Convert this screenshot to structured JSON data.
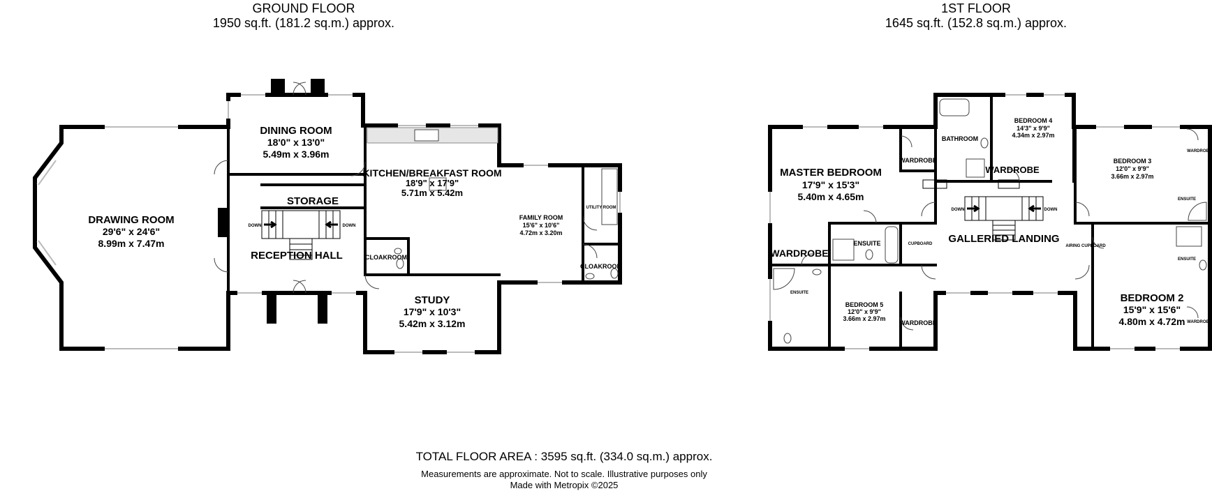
{
  "ground_floor": {
    "title": "GROUND FLOOR",
    "area": "1950 sq.ft. (181.2 sq.m.) approx.",
    "rooms": {
      "drawing_room": {
        "name": "DRAWING ROOM",
        "imperial": "29'6\"  x 24'6\"",
        "metric": "8.99m  x 7.47m"
      },
      "dining_room": {
        "name": "DINING ROOM",
        "imperial": "18'0\"  x 13'0\"",
        "metric": "5.49m  x 3.96m"
      },
      "kitchen": {
        "name": "KITCHEN/BREAKFAST ROOM",
        "imperial": "18'9\"  x 17'9\"",
        "metric": "5.71m  x 5.42m"
      },
      "storage": {
        "name": "STORAGE"
      },
      "reception_hall": {
        "name": "RECEPTION HALL"
      },
      "cloakroom_1": {
        "name": "CLOAKROOM"
      },
      "family_room": {
        "name": "FAMILY ROOM",
        "imperial": "15'6\"  x 10'6\"",
        "metric": "4.72m  x 3.20m"
      },
      "utility_room": {
        "name": "UTILITY ROOM"
      },
      "cloakroom_2": {
        "name": "CLOAKROOM"
      },
      "study": {
        "name": "STUDY",
        "imperial": "17'9\"  x 10'3\"",
        "metric": "5.42m  x 3.12m"
      }
    },
    "stairs_down_left": "DOWN",
    "stairs_down_right": "DOWN"
  },
  "first_floor": {
    "title": "1ST FLOOR",
    "area": "1645 sq.ft. (152.8 sq.m.) approx.",
    "rooms": {
      "master_bedroom": {
        "name": "MASTER BEDROOM",
        "imperial": "17'9\"  x 15'3\"",
        "metric": "5.40m  x 4.65m"
      },
      "wardrobe_master": {
        "name": "WARDROBE"
      },
      "bathroom": {
        "name": "BATHROOM"
      },
      "bedroom_4": {
        "name": "BEDROOM 4",
        "imperial": "14'3\"  x 9'9\"",
        "metric": "4.34m  x 2.97m"
      },
      "wardrobe_b4": {
        "name": "WARDROBE"
      },
      "bedroom_3": {
        "name": "BEDROOM 3",
        "imperial": "12'0\"  x 9'9\"",
        "metric": "3.66m  x 2.97m"
      },
      "wardrobe_b3": {
        "name": "WARDROBE"
      },
      "ensuite_b3": {
        "name": "ENSUITE"
      },
      "wardrobe_left": {
        "name": "WARDROBE"
      },
      "ensuite_master": {
        "name": "ENSUITE"
      },
      "cupboard": {
        "name": "CUPBOARD"
      },
      "galleried_landing": {
        "name": "GALLERIED LANDING"
      },
      "airing_cupboard": {
        "name": "AIRING CUPBOARD"
      },
      "ensuite_b2": {
        "name": "ENSUITE"
      },
      "ensuite_left": {
        "name": "ENSUITE"
      },
      "bedroom_5": {
        "name": "BEDROOM 5",
        "imperial": "12'0\"  x 9'9\"",
        "metric": "3.66m  x 2.97m"
      },
      "wardrobe_b5": {
        "name": "WARDROBE"
      },
      "bedroom_2": {
        "name": "BEDROOM 2",
        "imperial": "15'9\"  x 15'6\"",
        "metric": "4.80m  x 4.72m"
      },
      "wardrobe_b2": {
        "name": "WARDROBE"
      }
    },
    "stairs_down_left": "DOWN",
    "stairs_down_right": "DOWN"
  },
  "footer": {
    "total_area": "TOTAL FLOOR AREA : 3595 sq.ft. (334.0 sq.m.) approx.",
    "disclaimer": "Measurements are approximate.  Not to scale.  Illustrative purposes only",
    "credit": "Made with Metropix ©2025"
  }
}
